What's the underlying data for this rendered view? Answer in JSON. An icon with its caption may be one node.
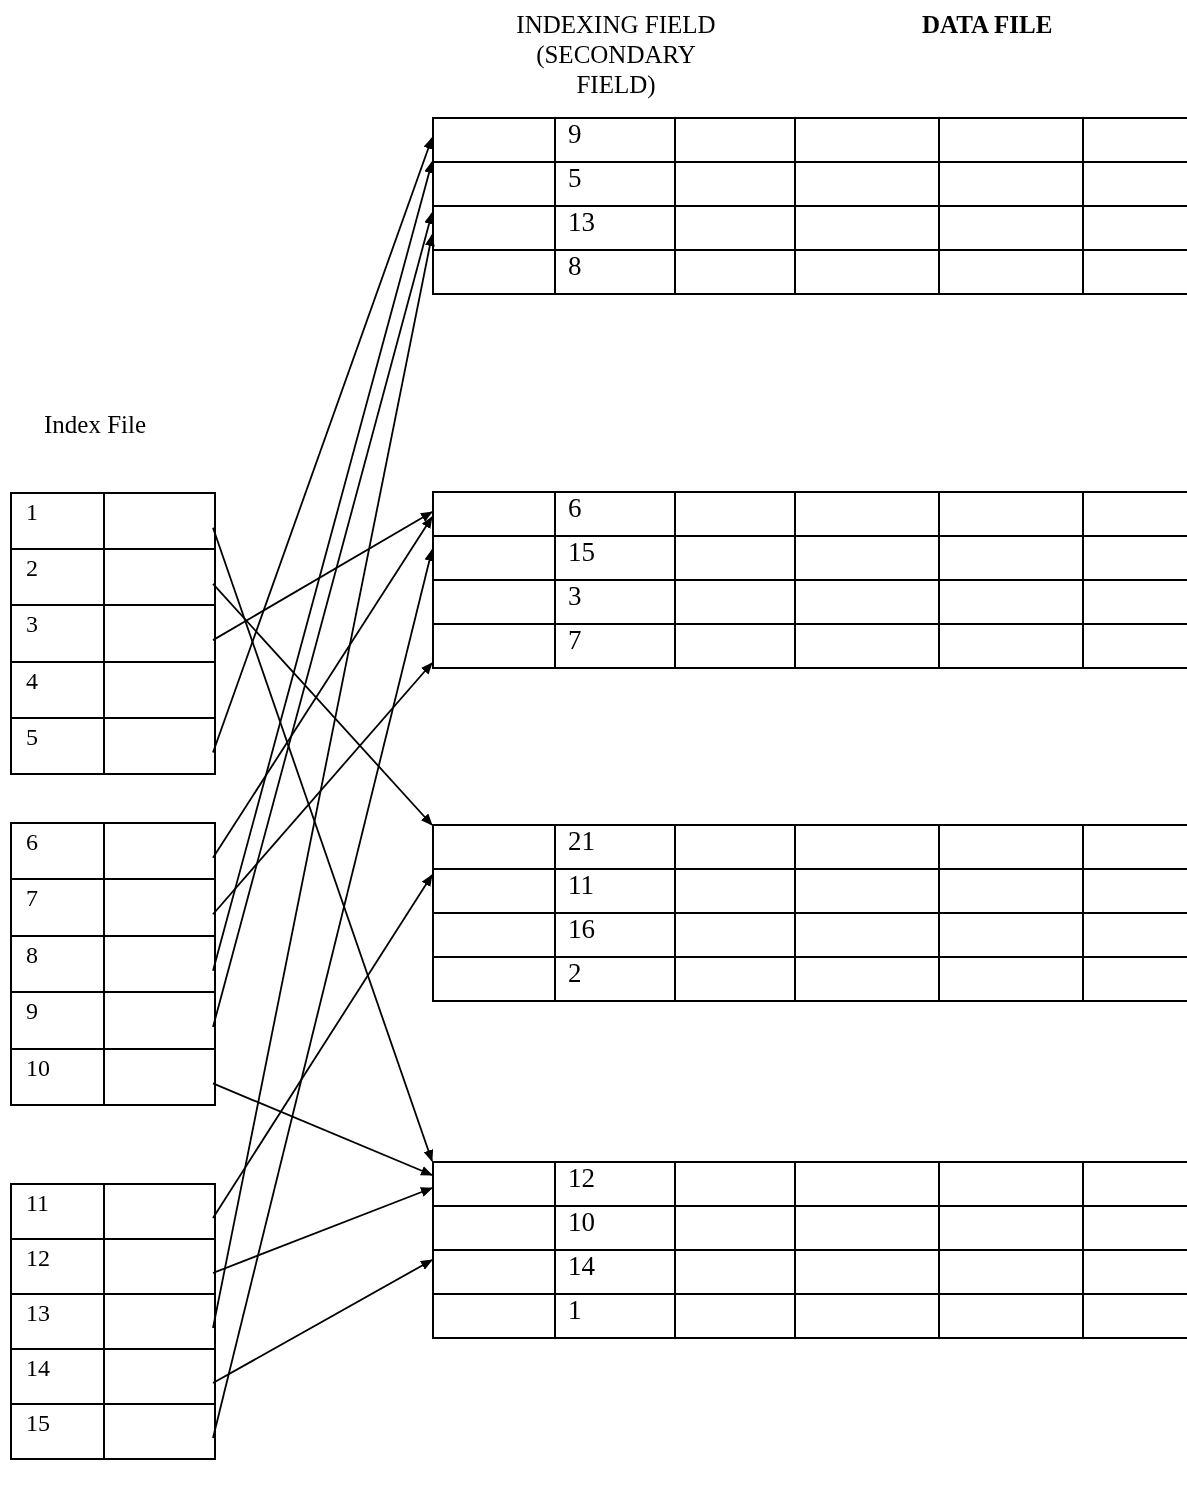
{
  "diagram": {
    "nodes": [
      {
        "text": [],
        "shape": "box"
      },
      {
        "text": [
          "9"
        ],
        "in": 0
      },
      {
        "text": [
          "5"
        ],
        "in": 0
      },
      {
        "text": [
          "13"
        ],
        "in": 0
      },
      {
        "text": [
          "8"
        ],
        "in": 0
      },
      {
        "text": [],
        "shape": "box"
      },
      {
        "text": [
          "6"
        ],
        "in": 5
      },
      {
        "text": [
          "15"
        ],
        "in": 5
      },
      {
        "text": [
          "3"
        ],
        "in": 5
      },
      {
        "text": [
          "7"
        ],
        "in": 5
      },
      {
        "text": [],
        "shape": "box"
      },
      {
        "text": [
          "21"
        ],
        "in": 10
      },
      {
        "text": [
          "11"
        ],
        "in": 10
      },
      {
        "text": [
          "16"
        ],
        "in": 10
      },
      {
        "text": [
          "2"
        ],
        "in": 10
      },
      {
        "text": [],
        "shape": "box"
      },
      {
        "text": [
          "12"
        ],
        "in": 15
      },
      {
        "text": [
          "10"
        ],
        "in": 15
      },
      {
        "text": [
          "14"
        ],
        "in": 15
      },
      {
        "text": [
          "1"
        ],
        "in": 15
      },
      {
        "text": [],
        "shape": "box"
      },
      {
        "text": [
          "1"
        ],
        "in": 20
      },
      {
        "text": [
          "2"
        ],
        "in": 20
      },
      {
        "text": [
          "3"
        ],
        "in": 20
      },
      {
        "text": [
          "4"
        ],
        "in": 20
      },
      {
        "text": [
          "5"
        ],
        "in": 20
      },
      {
        "text": [],
        "shape": "box"
      },
      {
        "text": [
          "6"
        ],
        "in": 26
      },
      {
        "text": [
          "7"
        ],
        "in": 26
      },
      {
        "text": [
          "8"
        ],
        "in": 26
      },
      {
        "text": [
          "9"
        ],
        "in": 26
      },
      {
        "text": [
          "10"
        ],
        "in": 26
      },
      {
        "text": [],
        "shape": "box"
      },
      {
        "text": [
          "11"
        ],
        "in": 32
      },
      {
        "text": [
          "12"
        ],
        "in": 32
      },
      {
        "text": [
          "13"
        ],
        "in": 32
      },
      {
        "text": [
          "14"
        ],
        "in": 32
      },
      {
        "text": [
          "15"
        ],
        "in": 32
      }
    ],
    "edges": [
      {
        "from": 21,
        "to": 15,
        "arrow": "to"
      },
      {
        "from": 22,
        "to": 10,
        "arrow": "to"
      },
      {
        "from": 23,
        "to": 5,
        "arrow": "to"
      },
      {
        "from": 25,
        "to": 0,
        "arrow": "to"
      },
      {
        "from": 27,
        "to": 5,
        "arrow": "to"
      },
      {
        "from": 28,
        "to": 5,
        "arrow": "to"
      },
      {
        "from": 29,
        "to": 0,
        "arrow": "to"
      },
      {
        "from": 30,
        "to": 0,
        "arrow": "to"
      },
      {
        "from": 31,
        "to": 15,
        "arrow": "to"
      },
      {
        "from": 33,
        "to": 10,
        "arrow": "to"
      },
      {
        "from": 34,
        "to": 15,
        "arrow": "to"
      },
      {
        "from": 35,
        "to": 0,
        "arrow": "to"
      },
      {
        "from": 36,
        "to": 15,
        "arrow": "to"
      },
      {
        "from": 37,
        "to": 5,
        "arrow": "to"
      }
    ],
    "labels": [
      "INDEXING FIELD (SECONDARY FIELD)",
      "DATA FILE",
      "Index File"
    ]
  }
}
